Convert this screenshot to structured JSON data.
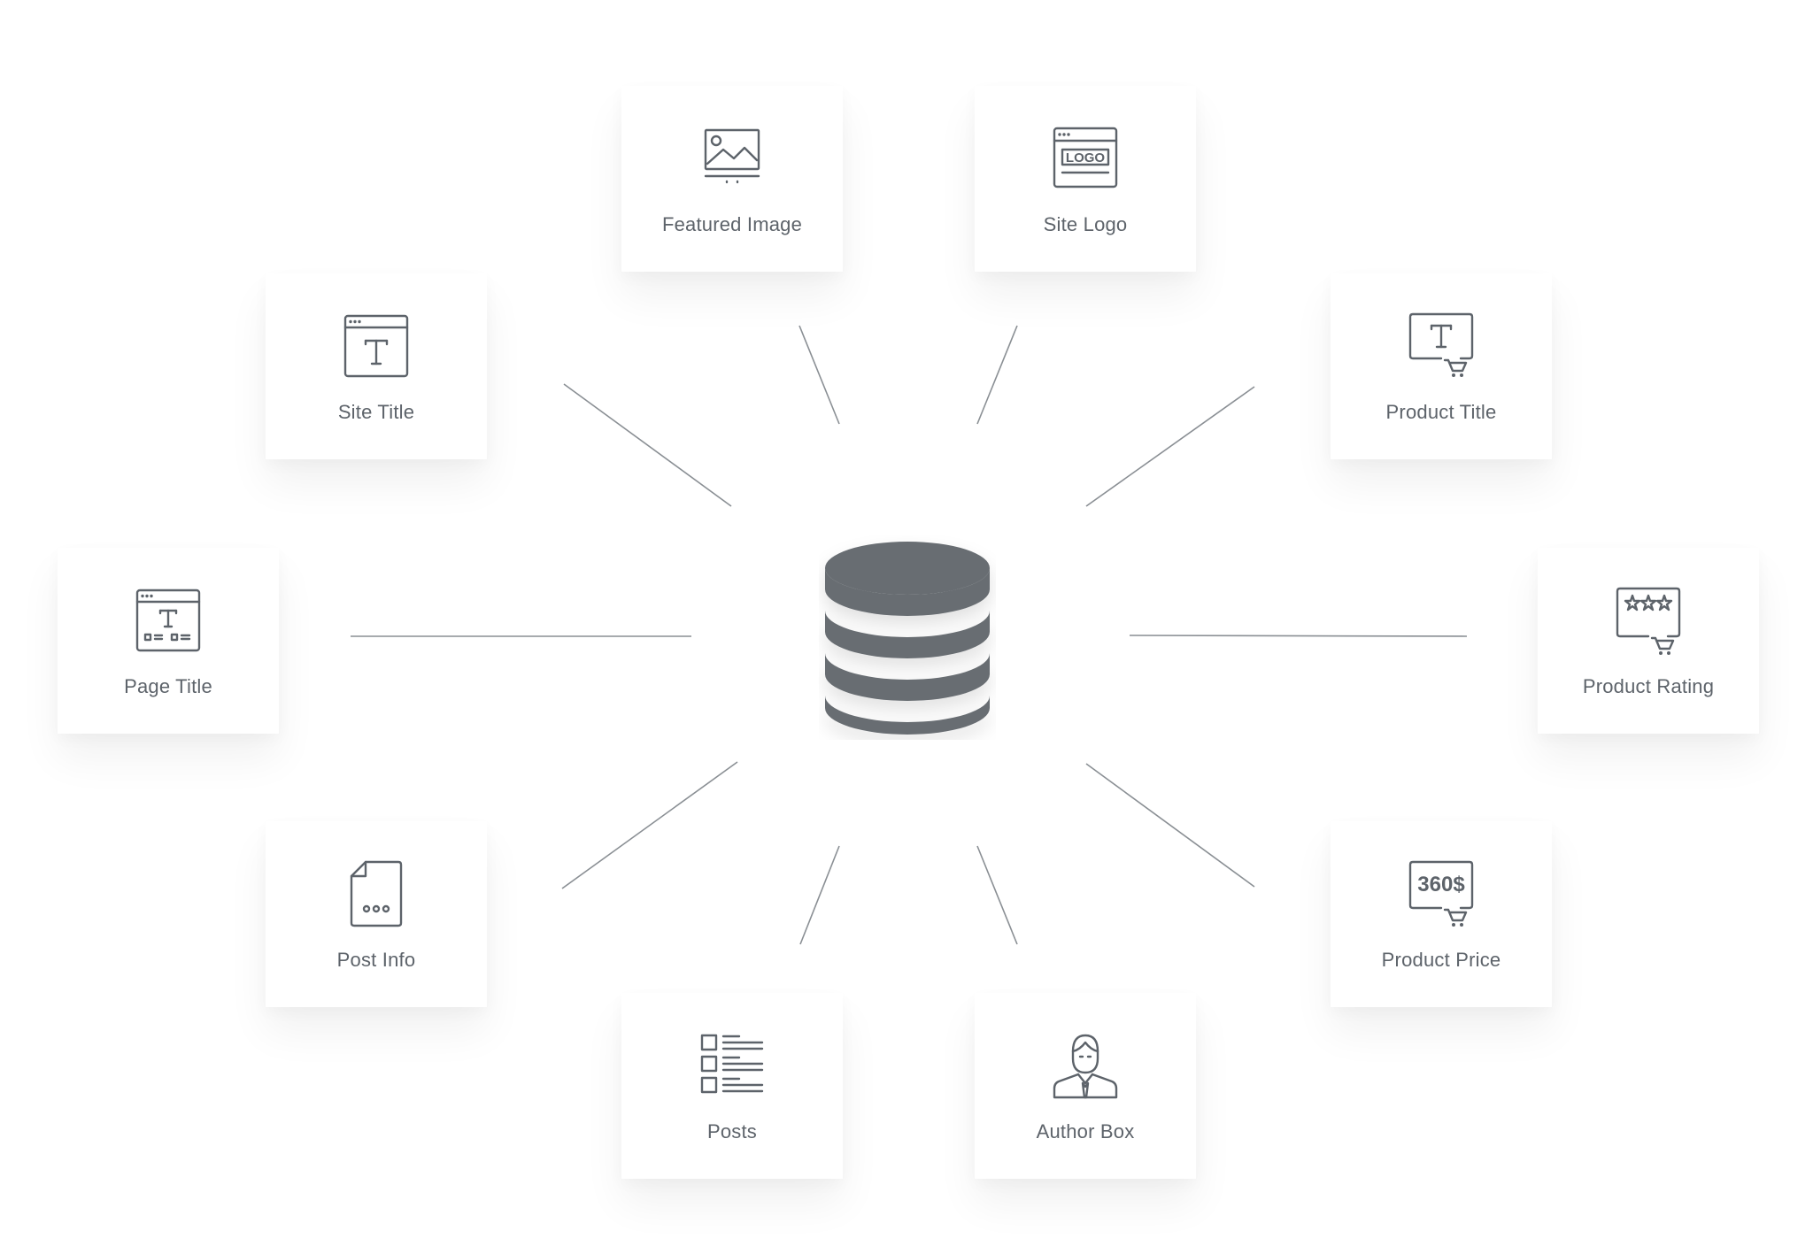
{
  "diagram": {
    "center": {
      "icon": "database-icon",
      "color": "#686d72"
    },
    "line_color": "#8a8f94",
    "cards": [
      {
        "id": "featured-image",
        "label": "Featured Image",
        "icon": "image-icon"
      },
      {
        "id": "site-logo",
        "label": "Site Logo",
        "icon": "logo-browser-icon",
        "icon_text": "LOGO"
      },
      {
        "id": "site-title",
        "label": "Site Title",
        "icon": "title-browser-icon",
        "icon_text": "T"
      },
      {
        "id": "product-title",
        "label": "Product Title",
        "icon": "product-title-cart-icon",
        "icon_text": "T"
      },
      {
        "id": "page-title",
        "label": "Page Title",
        "icon": "page-title-browser-icon",
        "icon_text": "T"
      },
      {
        "id": "product-rating",
        "label": "Product Rating",
        "icon": "rating-stars-cart-icon"
      },
      {
        "id": "post-info",
        "label": "Post Info",
        "icon": "document-dots-icon"
      },
      {
        "id": "product-price",
        "label": "Product Price",
        "icon": "price-cart-icon",
        "icon_text": "360$"
      },
      {
        "id": "posts",
        "label": "Posts",
        "icon": "post-list-icon"
      },
      {
        "id": "author-box",
        "label": "Author Box",
        "icon": "author-avatar-icon"
      }
    ]
  }
}
